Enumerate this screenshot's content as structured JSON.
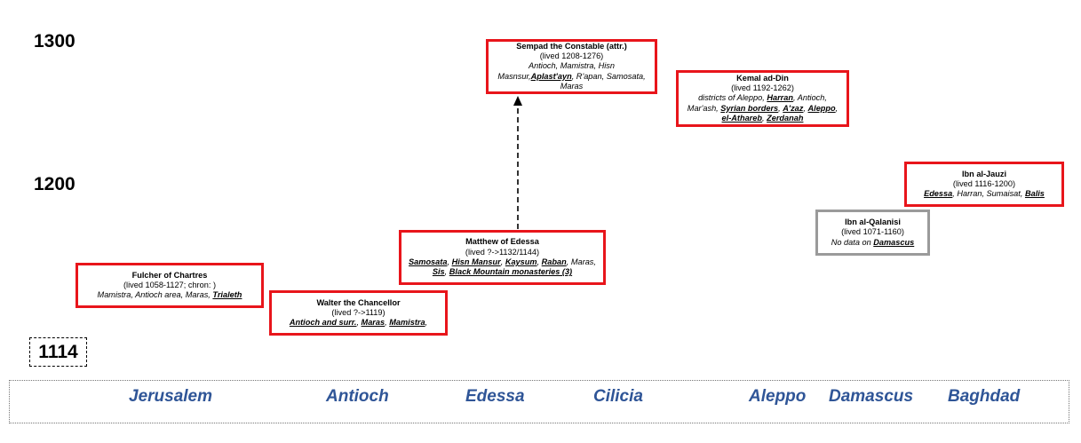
{
  "years": [
    "1300",
    "1200",
    "1114"
  ],
  "boxes": [
    {
      "name": "Sempad the Constable (attr.)",
      "dates": "(lived 1208-1276)",
      "places": [
        {
          "t": "Antioch, Mamistra, Hisn Masnsur,"
        },
        {
          "t": "Aplast'ayn",
          "u": true
        },
        {
          "t": ", R'apan, Samosata, Maras"
        }
      ]
    },
    {
      "name": "Kemal ad-Din",
      "dates": "(lived 1192-1262)",
      "places": [
        {
          "t": "districts of Aleppo, "
        },
        {
          "t": "Harran",
          "u": true
        },
        {
          "t": ", Antioch, Mar'ash, "
        },
        {
          "t": "Syrian borders",
          "u": true
        },
        {
          "t": ", "
        },
        {
          "t": "A'zaz",
          "u": true
        },
        {
          "t": ", "
        },
        {
          "t": "Aleppo",
          "u": true
        },
        {
          "t": ", "
        },
        {
          "t": "el-Athareb",
          "u": true
        },
        {
          "t": ", "
        },
        {
          "t": "Zerdanah",
          "u": true
        }
      ]
    },
    {
      "name": "Ibn al-Jauzi",
      "dates": "(lived 1116-1200)",
      "places": [
        {
          "t": "Edessa",
          "u": true
        },
        {
          "t": ", Harran, Sumaisat, "
        },
        {
          "t": "Balis",
          "u": true
        }
      ]
    },
    {
      "name": "Ibn al-Qalanisi",
      "dates": "(lived 1071-1160)",
      "places": [
        {
          "t": "No data on "
        },
        {
          "t": "Damascus",
          "u": true
        }
      ]
    },
    {
      "name": "Matthew of Edessa",
      "dates": "(lived ?->1132/1144)",
      "places": [
        {
          "t": "Samosata",
          "u": true
        },
        {
          "t": ", "
        },
        {
          "t": "Hisn Mansur",
          "u": true
        },
        {
          "t": ", "
        },
        {
          "t": "Kaysum",
          "u": true
        },
        {
          "t": ", "
        },
        {
          "t": "Raban",
          "u": true
        },
        {
          "t": ", Maras, "
        },
        {
          "t": "Sis",
          "u": true
        },
        {
          "t": ", "
        },
        {
          "t": "Black Mountain monasteries (3)",
          "u": true
        }
      ]
    },
    {
      "name": "Fulcher of Chartres",
      "dates": "(lived 1058-1127; chron: )",
      "places": [
        {
          "t": "Mamistra, Antioch area, Maras, "
        },
        {
          "t": "Trialeth",
          "u": true
        }
      ]
    },
    {
      "name": "Walter the Chancellor",
      "dates": "(lived ?->1119)",
      "places": [
        {
          "t": "Antioch and surr.",
          "u": true
        },
        {
          "t": ", "
        },
        {
          "t": "Maras",
          "u": true
        },
        {
          "t": ", "
        },
        {
          "t": "Mamistra",
          "u": true
        },
        {
          "t": ","
        }
      ]
    }
  ],
  "regions": [
    "Jerusalem",
    "Antioch",
    "Edessa",
    "Cilicia",
    "Aleppo",
    "Damascus",
    "Baghdad"
  ],
  "colors": {
    "highlight": "#e8151b",
    "no_data": "#9a9a9a",
    "region_text": "#2f5597"
  }
}
